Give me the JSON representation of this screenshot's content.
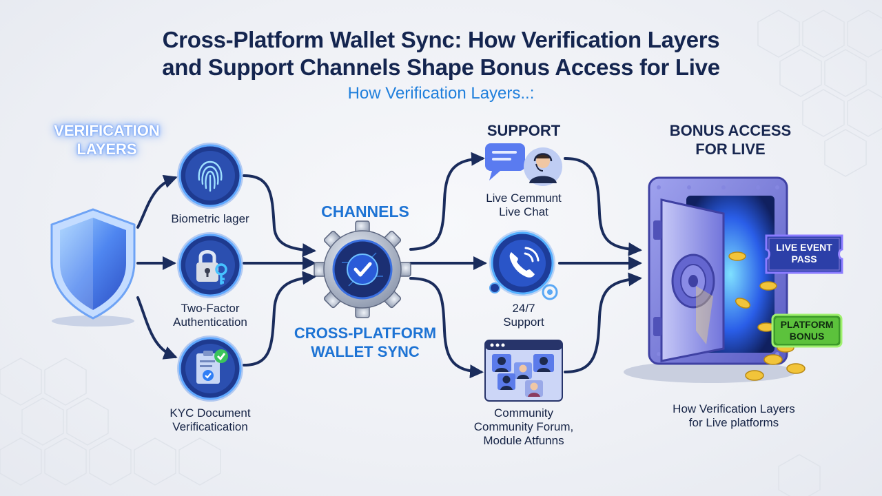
{
  "header": {
    "title_line1": "Cross-Platform Wallet Sync: How Verification Layers",
    "title_line2": "and Support Channels Shape Bonus Access for Live",
    "subtitle": "How Verification Layers..:"
  },
  "verification": {
    "heading_line1": "VERIFICATION",
    "heading_line2": "LAYERS",
    "nodes": [
      {
        "icon": "fingerprint-icon",
        "label_line1": "Biometric lager",
        "label_line2": ""
      },
      {
        "icon": "padlock-key-icon",
        "label_line1": "Two-Factor",
        "label_line2": "Authentication"
      },
      {
        "icon": "kyc-document-icon",
        "label_line1": "KYC Document",
        "label_line2": "Verificatication"
      }
    ]
  },
  "hub": {
    "heading": "CHANNELS",
    "label_line1": "CROSS-PLATFORM",
    "label_line2": "WALLET SYNC",
    "icon": "gear-checkmark-icon"
  },
  "support": {
    "heading": "SUPPORT",
    "nodes": [
      {
        "icon": "live-chat-agent-icon",
        "label_line1": "Live Cemmunt",
        "label_line2": "Live Chat"
      },
      {
        "icon": "phone-support-icon",
        "label_line1": "24/7",
        "label_line2": "Support"
      },
      {
        "icon": "community-forum-icon",
        "label_line1": "Community",
        "label_line2": "Community Forum,",
        "label_line3": "Module Atfunns"
      }
    ]
  },
  "bonus": {
    "heading_line1": "BONUS ACCESS",
    "heading_line2": "FOR LIVE",
    "badge1_line1": "LIVE EVENT",
    "badge1_line2": "PASS",
    "badge2_line1": "PLATFORM",
    "badge2_line2": "BONUS",
    "caption_line1": "How Verification Layers",
    "caption_line2": "for Live platforms",
    "icon": "vault-icon"
  },
  "colors": {
    "navy": "#14254f",
    "accent_blue": "#1d73d4",
    "arrow": "#1a2c5c",
    "node_fill": "#2a4aa8",
    "vault": "#6d6fd4",
    "gold": "#f2c43a",
    "bonus_green": "#5cc23c"
  }
}
